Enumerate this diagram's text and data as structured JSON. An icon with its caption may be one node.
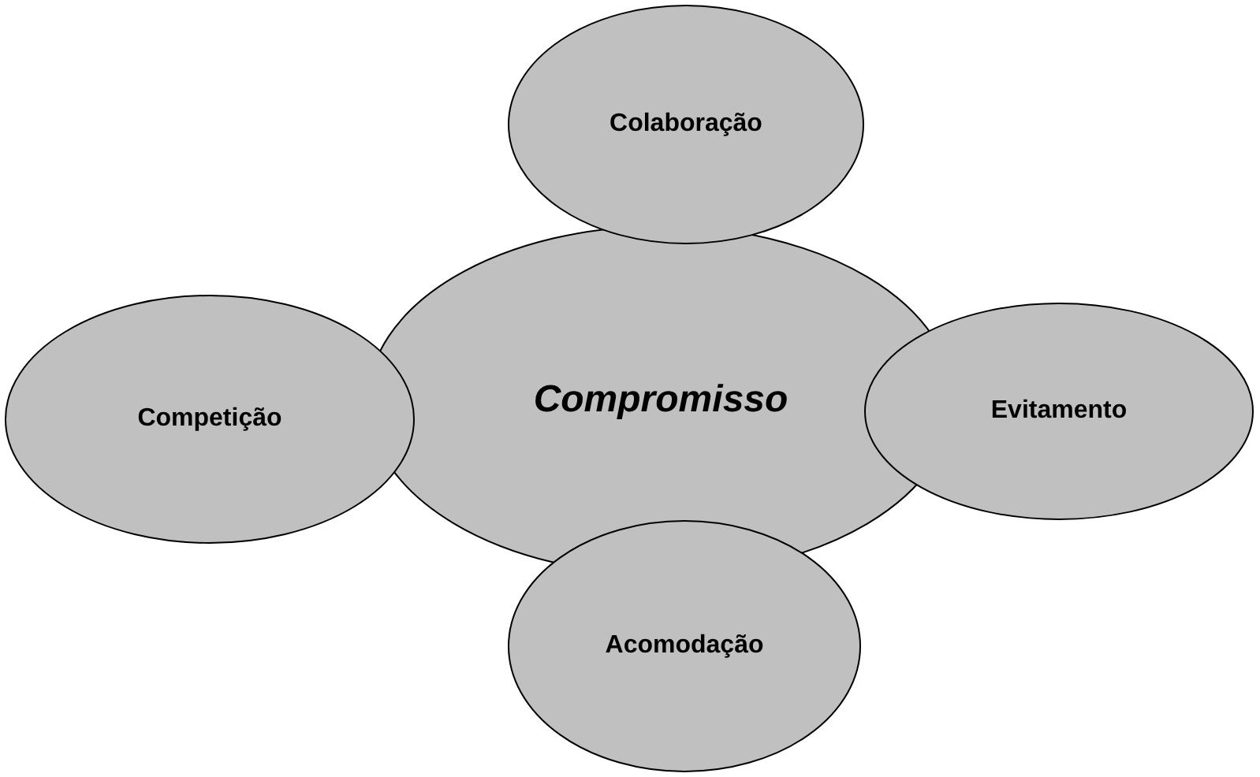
{
  "diagram": {
    "nodes": [
      {
        "text": [
          "Colaboração"
        ]
      },
      {
        "text": [
          "Competição"
        ]
      },
      {
        "text": [
          "Compromisso"
        ]
      },
      {
        "text": [
          "Evitamento"
        ]
      },
      {
        "text": [
          "Acomodação"
        ]
      }
    ]
  }
}
